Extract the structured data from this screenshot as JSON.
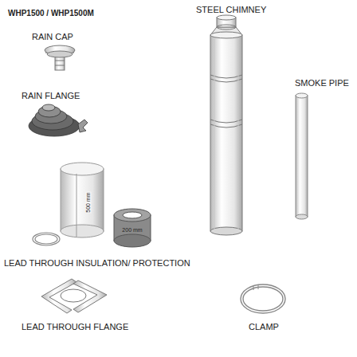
{
  "diagram": {
    "title": "WHP1500 / WHP1500M",
    "labels": [
      "STEEL CHIMNEY",
      "RAIN CAP",
      "SMOKE PIPE",
      "RAIN FLANGE",
      "500 mm",
      "200 mm",
      "LEAD THROUGH INSULATION/ PROTECTION",
      "LEAD THROUGH FLANGE",
      "CLAMP"
    ]
  }
}
